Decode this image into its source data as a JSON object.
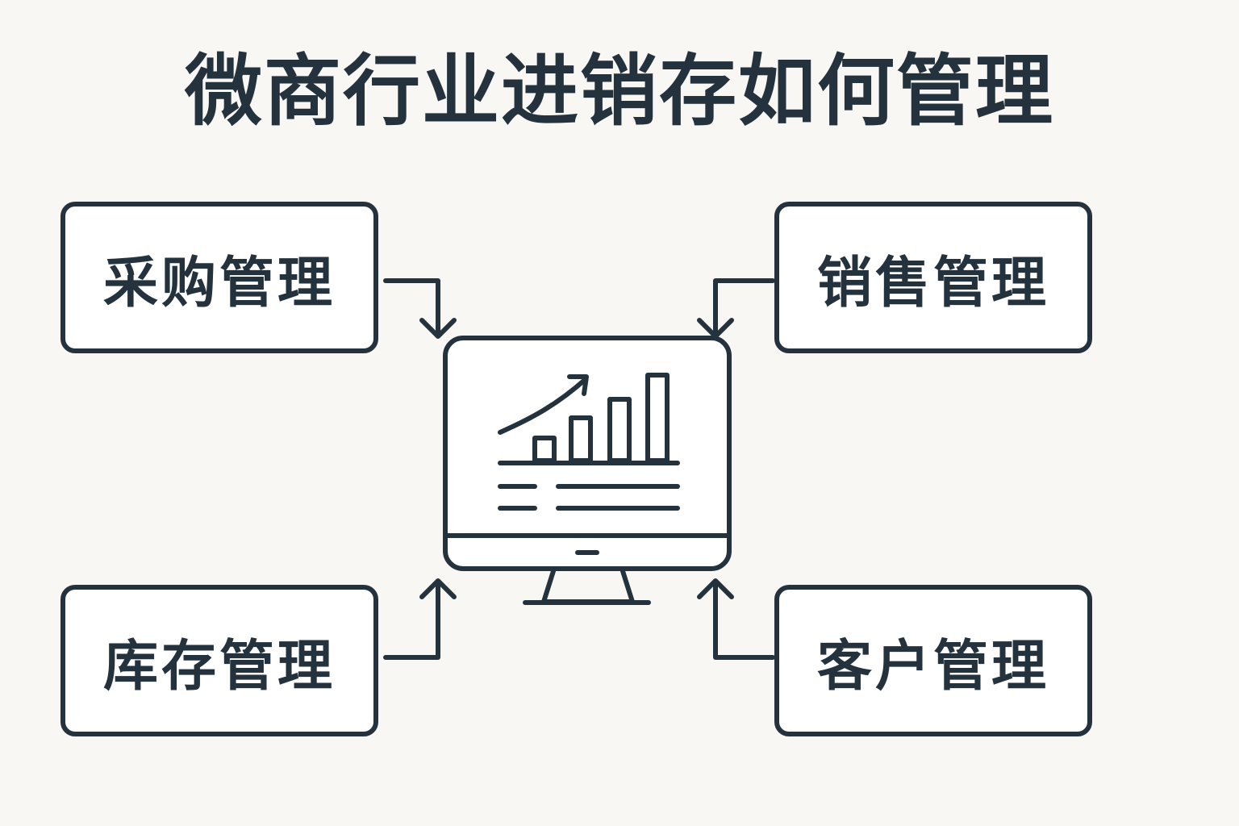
{
  "title": "微商行业进销存如何管理",
  "modules": {
    "purchase": "采购管理",
    "sales": "销售管理",
    "inventory": "库存管理",
    "customer": "客户管理"
  },
  "center": {
    "icon": "monitor-with-growth-chart-icon"
  },
  "colors": {
    "background": "#f8f7f3",
    "stroke": "#24323d",
    "box_fill": "#ffffff"
  }
}
